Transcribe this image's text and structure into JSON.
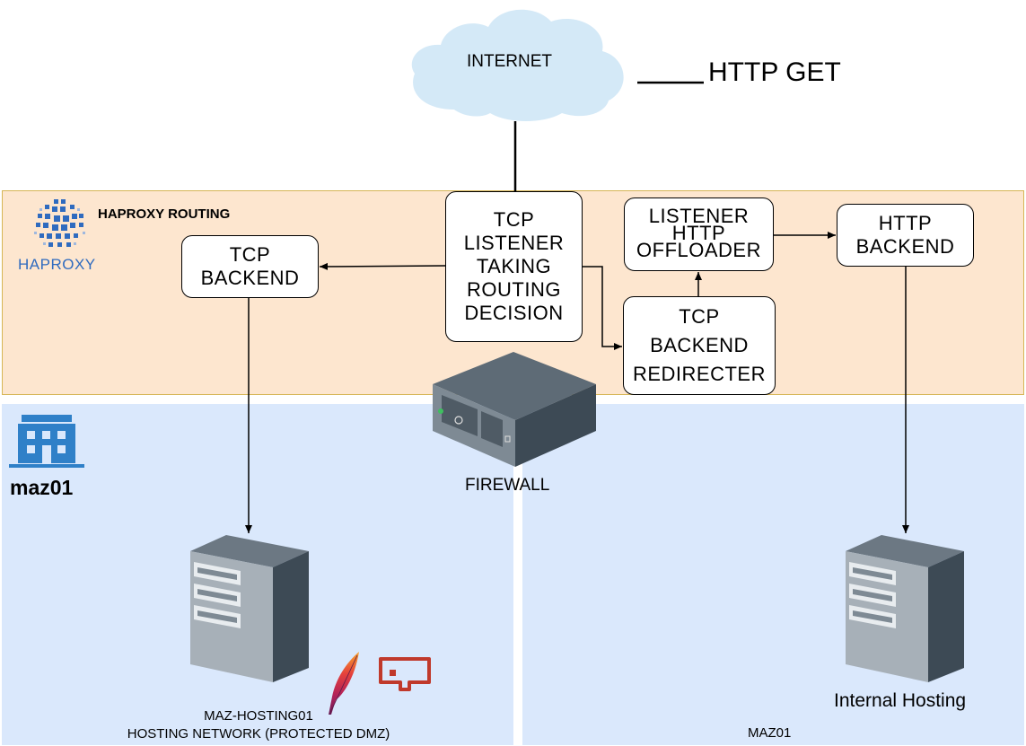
{
  "cloud": {
    "label": "INTERNET"
  },
  "legend": {
    "label": "HTTP GET"
  },
  "haproxy_zone": {
    "title": "HAPROXY ROUTING",
    "logo_text": "HAPROXY"
  },
  "boxes": {
    "tcp_backend": "TCP\nBACKEND",
    "tcp_listener": "TCP\nLISTENER\nTAKING\nROUTING\nDECISION",
    "listener_http": "LISTENER\nHTTP\nOFFLOADER",
    "http_backend": "HTTP\nBACKEND",
    "tcp_redirecter": "TCP\nBACKEND\nREDIRECTER"
  },
  "firewall": {
    "label": "FIREWALL"
  },
  "dmz_zone": {
    "name": "maz01",
    "server_label": "MAZ-HOSTING01\nHOSTING NETWORK (PROTECTED DMZ)"
  },
  "maz_zone": {
    "name": "MAZ01",
    "server_label": "Internal Hosting"
  },
  "colors": {
    "haproxy_zone_fill": "#fde6cf",
    "haproxy_zone_border": "#d6b656",
    "network_zone_fill": "#dae8fc",
    "cloud_fill": "#d4e9f7",
    "server_dark": "#3d4a55",
    "building_icon": "#2f80c8",
    "apache_feather": "#d2303c",
    "console_icon": "#c0392b"
  },
  "icons": [
    "cloud-icon",
    "haproxy-logo-icon",
    "firewall-icon",
    "building-icon",
    "server-icon",
    "apache-feather-icon",
    "console-icon"
  ]
}
